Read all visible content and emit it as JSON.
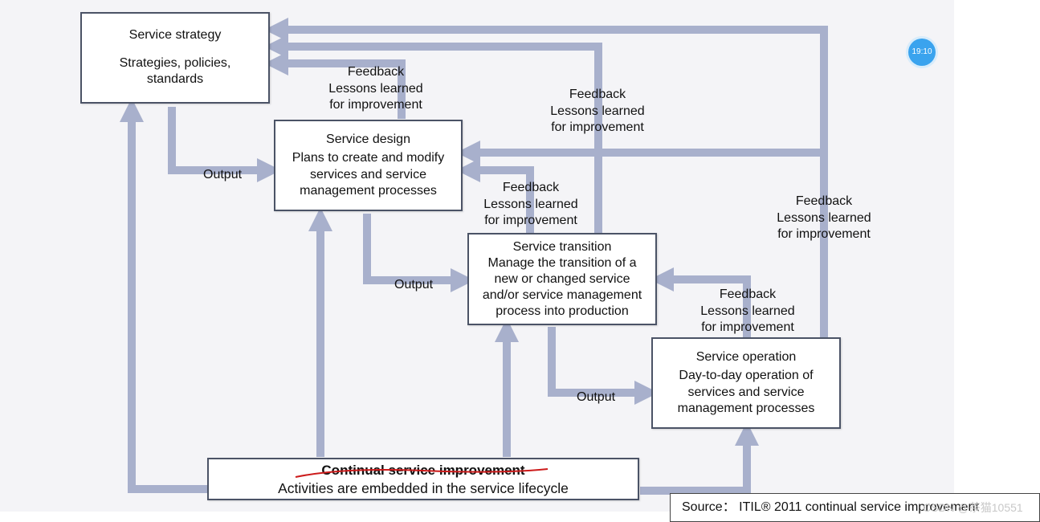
{
  "boxes": {
    "strategy": {
      "title": "Service strategy",
      "line1": "Strategies, policies,",
      "line2": "standards"
    },
    "design": {
      "title": "Service design",
      "line1": "Plans to create and modify",
      "line2": "services and service",
      "line3": "management processes"
    },
    "transition": {
      "title": "Service transition",
      "line1": "Manage the transition of a",
      "line2": "new or changed service",
      "line3": "and/or service management",
      "line4": "process into production"
    },
    "operation": {
      "title": "Service operation",
      "line1": "Day-to-day operation of",
      "line2": "services and service",
      "line3": "management processes"
    },
    "csi": {
      "title": "Continual service improvement",
      "subtitle": "Activities are embedded in the service lifecycle"
    }
  },
  "labels": {
    "output": "Output",
    "feedback": "Feedback",
    "lessons": "Lessons learned",
    "improvement": "for improvement"
  },
  "source": {
    "prefix": "Source：",
    "citation": "ITIL® 2011 continual service improvement",
    "watermark": "CSDN @茶猫10551"
  },
  "timer": {
    "value": "19:10"
  },
  "colors": {
    "arrow": "#a8b0cc",
    "box_border": "#4b5366",
    "strike": "#cc1b1b"
  }
}
